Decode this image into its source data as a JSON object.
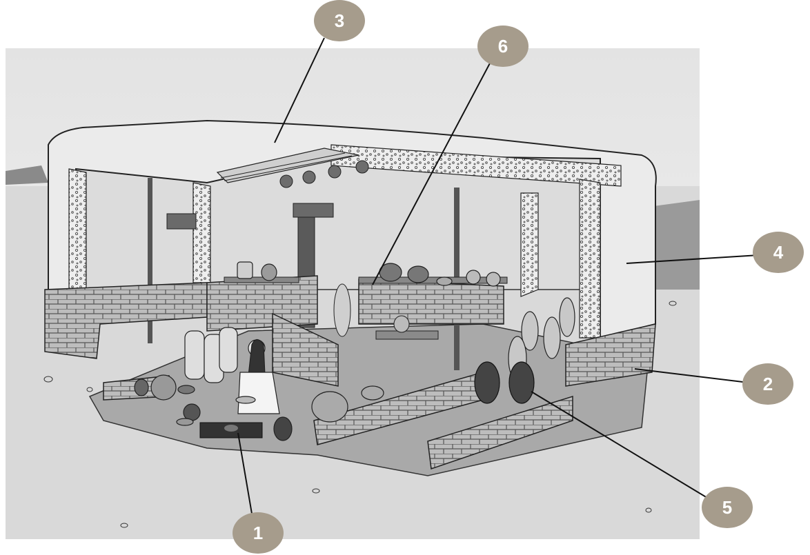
{
  "diagram": {
    "colors": {
      "badge": "#a69c8c",
      "badge_text": "#ffffff",
      "leader": "#111111"
    },
    "markers": [
      {
        "id": "1",
        "label": "1"
      },
      {
        "id": "2",
        "label": "2"
      },
      {
        "id": "3",
        "label": "3"
      },
      {
        "id": "4",
        "label": "4"
      },
      {
        "id": "5",
        "label": "5"
      },
      {
        "id": "6",
        "label": "6"
      }
    ]
  }
}
